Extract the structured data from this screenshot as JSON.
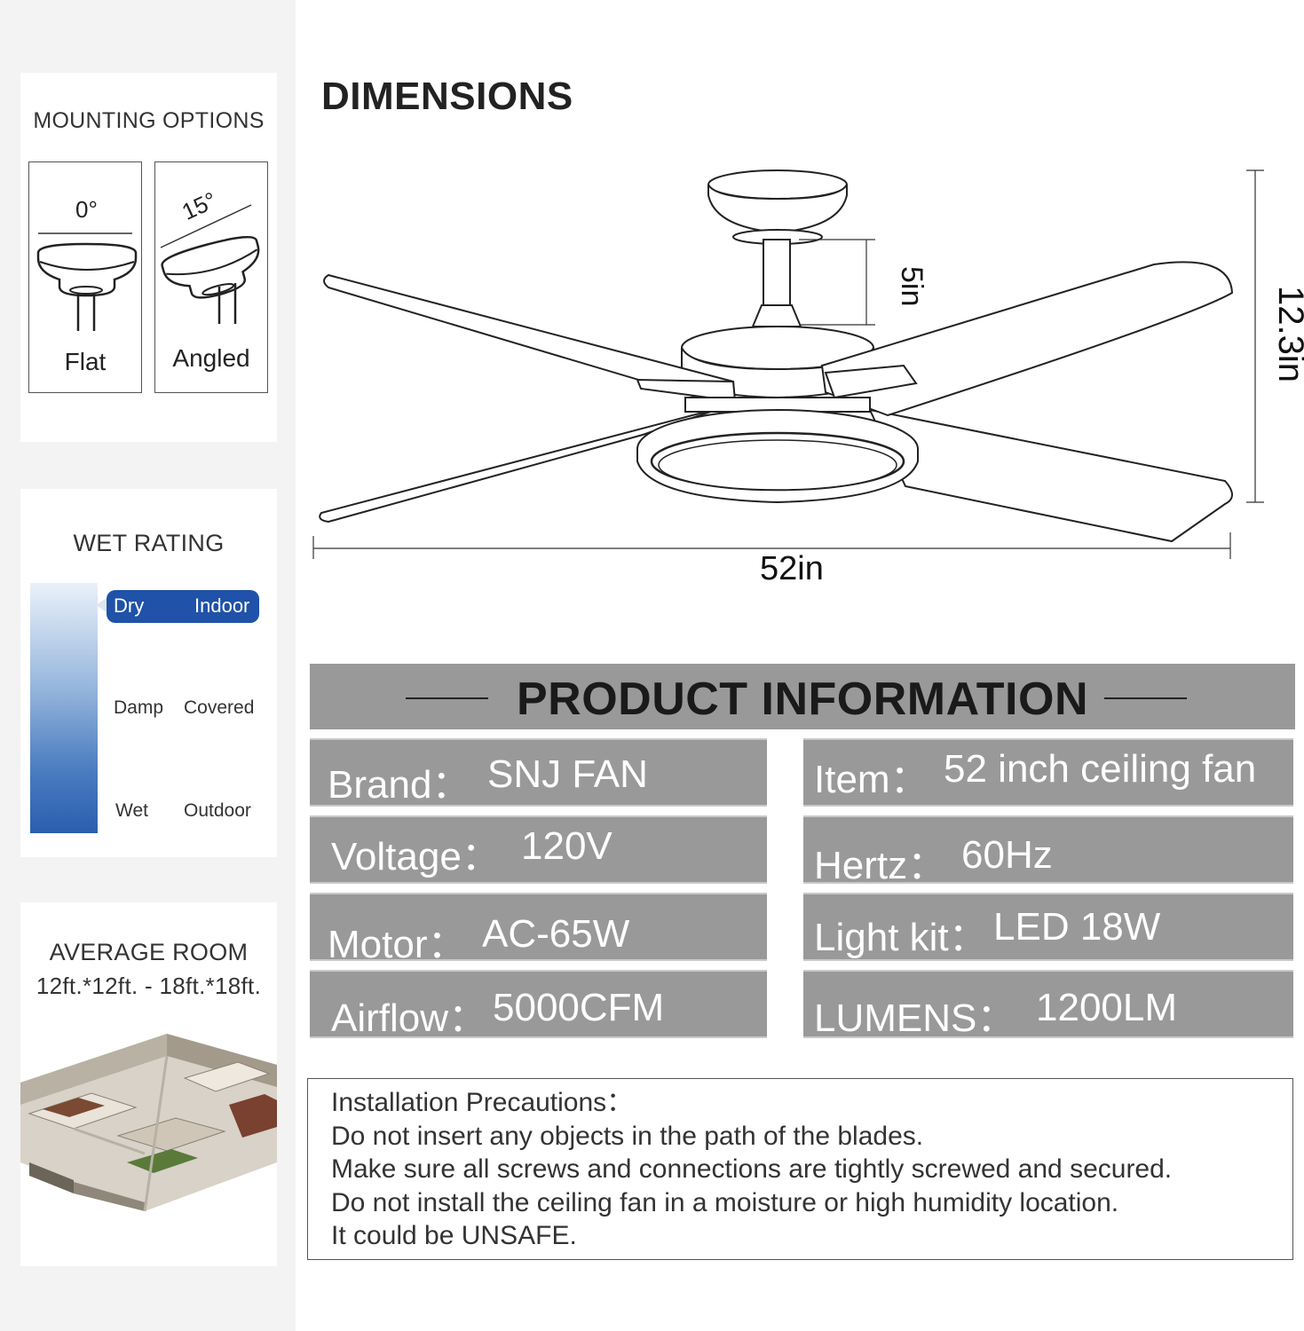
{
  "mounting": {
    "title": "MOUNTING OPTIONS",
    "flat": {
      "angle": "0°",
      "label": "Flat"
    },
    "angled": {
      "angle": "15°",
      "label": "Angled"
    }
  },
  "wet_rating": {
    "title": "WET RATING",
    "rows": [
      {
        "level": "Dry",
        "location": "Indoor",
        "highlighted": true
      },
      {
        "level": "Damp",
        "location": "Covered",
        "highlighted": false
      },
      {
        "level": "Wet",
        "location": "Outdoor",
        "highlighted": false
      }
    ],
    "highlight_color": "#1f52a8"
  },
  "room": {
    "title": "AVERAGE ROOM",
    "size": "12ft.*12ft. - 18ft.*18ft."
  },
  "dimensions": {
    "title": "DIMENSIONS",
    "width": "52in",
    "height": "12.3in",
    "downrod": "5in"
  },
  "product_info": {
    "title": "PRODUCT INFORMATION",
    "specs": [
      {
        "label": "Brand：",
        "value": "SNJ FAN"
      },
      {
        "label": "Item：",
        "value": "52 inch ceiling fan"
      },
      {
        "label": "Voltage：",
        "value": "120V"
      },
      {
        "label": "Hertz：",
        "value": "60Hz"
      },
      {
        "label": "Motor：",
        "value": "AC-65W"
      },
      {
        "label": "Light kit：",
        "value": "LED 18W"
      },
      {
        "label": "Airflow：",
        "value": "5000CFM"
      },
      {
        "label": "LUMENS：",
        "value": "1200LM"
      }
    ],
    "banner_color": "#999999"
  },
  "installation": {
    "title": "Installation Precautions：",
    "lines": [
      "Do not insert any objects in the path of the blades.",
      "Make sure all screws and connections are tightly screwed and secured.",
      "Do not install the ceiling fan in a moisture or high humidity location.",
      "It could be UNSAFE."
    ]
  }
}
